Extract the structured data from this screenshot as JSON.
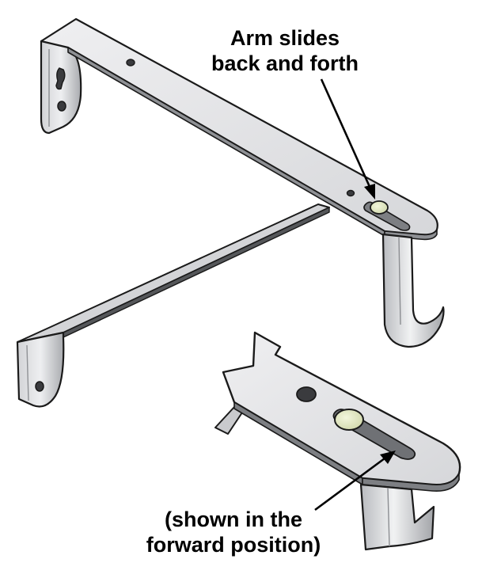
{
  "callouts": {
    "slide": {
      "line1": "Arm slides",
      "line2": "back and forth"
    },
    "position": {
      "line1": "(shown in the",
      "line2": "forward position)"
    }
  },
  "colors": {
    "metal_light": "#e4e5e7",
    "metal_mid": "#c7c8cb",
    "metal_dark": "#9d9fa3",
    "outline": "#1a1a1a",
    "slot_highlight": "#e9efc9"
  }
}
